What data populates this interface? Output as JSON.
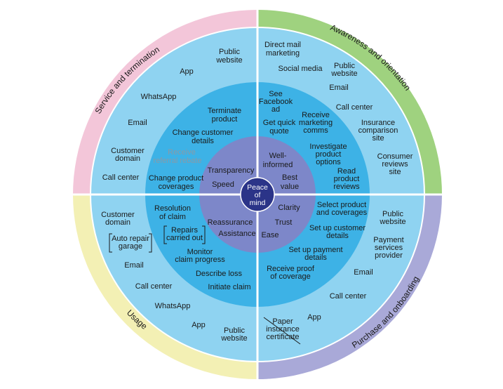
{
  "colors": {
    "quadrant_tl": "#f3c6d9",
    "quadrant_tr": "#9fd27f",
    "quadrant_br": "#a9a9d8",
    "quadrant_bl": "#f3f0b4",
    "channels_ring": "#8fd3f1",
    "touchpoints_ring": "#3db2e6",
    "outcomes_ring": "#7d87c9",
    "center": "#2b3488",
    "text_dark": "#1a1a1a",
    "text_faded": "#8a9aa6"
  },
  "center": {
    "line1": "Peace",
    "line2": "of",
    "line3": "mind"
  },
  "quadrant_labels": {
    "service": "Service and termination",
    "awareness": "Awareness and orientation",
    "purchase": "Purchase and onboarding",
    "usage": "Usage"
  },
  "outcomes": {
    "transparency": "Transparency",
    "speed": "Speed",
    "well_informed_1": "Well-",
    "well_informed_2": "informed",
    "best_value_1": "Best",
    "best_value_2": "value",
    "clarity": "Clarity",
    "trust": "Trust",
    "ease": "Ease",
    "reassurance": "Reassurance",
    "assistance": "Assistance"
  },
  "touchpoints": {
    "service": {
      "terminate_1": "Terminate",
      "terminate_2": "product",
      "change_customer_1": "Change customer",
      "change_customer_2": "details",
      "referral_1": "Receive",
      "referral_2": "referral rebate",
      "change_product_1": "Change product",
      "change_product_2": "coverages"
    },
    "awareness": {
      "see_fb_1": "See",
      "see_fb_2": "Facebook",
      "see_fb_3": "ad",
      "get_quote_1": "Get quick",
      "get_quote_2": "quote",
      "receive_mkt_1": "Receive",
      "receive_mkt_2": "marketing",
      "receive_mkt_3": "comms",
      "investigate_1": "Investigate",
      "investigate_2": "product",
      "investigate_3": "options",
      "read_reviews_1": "Read",
      "read_reviews_2": "product",
      "read_reviews_3": "reviews"
    },
    "purchase": {
      "select_1": "Select product",
      "select_2": "and coverages",
      "setup_customer_1": "Set up customer",
      "setup_customer_2": "details",
      "setup_payment_1": "Set up payment",
      "setup_payment_2": "details",
      "proof_1": "Receive proof",
      "proof_2": "of coverage"
    },
    "usage": {
      "resolution_1": "Resolution",
      "resolution_2": "of claim",
      "repairs_1": "Repairs",
      "repairs_2": "carried out",
      "monitor_1": "Monitor",
      "monitor_2": "claim progress",
      "describe": "Describe loss",
      "initiate": "Initiate claim"
    }
  },
  "channels": {
    "service": {
      "public_1": "Public",
      "public_2": "website",
      "app": "App",
      "whatsapp": "WhatsApp",
      "email": "Email",
      "domain_1": "Customer",
      "domain_2": "domain",
      "call": "Call center"
    },
    "awareness": {
      "direct_1": "Direct mail",
      "direct_2": "marketing",
      "social": "Social media",
      "public_1": "Public",
      "public_2": "website",
      "email": "Email",
      "call": "Call center",
      "comparison_1": "Insurance",
      "comparison_2": "comparison",
      "comparison_3": "site",
      "reviews_1": "Consumer",
      "reviews_2": "reviews",
      "reviews_3": "site"
    },
    "purchase": {
      "public_1": "Public",
      "public_2": "website",
      "payment_1": "Payment",
      "payment_2": "services",
      "payment_3": "provider",
      "email": "Email",
      "call": "Call center",
      "app": "App",
      "paper_1": "Paper",
      "paper_2": "insurance",
      "paper_3": "certificate"
    },
    "usage": {
      "domain_1": "Customer",
      "domain_2": "domain",
      "repair_1": "Auto repair",
      "repair_2": "garage",
      "email": "Email",
      "call": "Call center",
      "whatsapp": "WhatsApp",
      "app": "App",
      "public_1": "Public",
      "public_2": "website"
    }
  }
}
